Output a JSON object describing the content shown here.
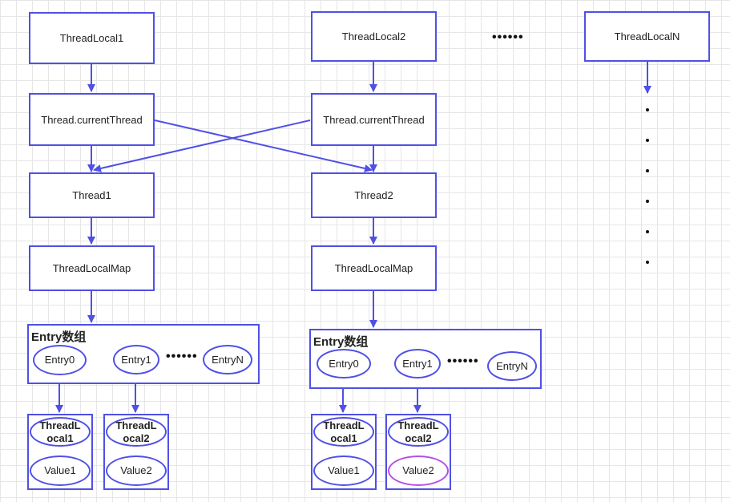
{
  "columns": [
    {
      "threadlocal": "ThreadLocal1",
      "current": "Thread.currentThread",
      "thread": "Thread1",
      "map": "ThreadLocalMap",
      "entry_title": "Entry数组",
      "entries": [
        "Entry0",
        "Entry1",
        "EntryN"
      ],
      "entry_dots": "••••••",
      "values": [
        {
          "key": "ThreadL\nocal1",
          "value": "Value1"
        },
        {
          "key": "ThreadL\nocal2",
          "value": "Value2"
        }
      ]
    },
    {
      "threadlocal": "ThreadLocal2",
      "current": "Thread.currentThread",
      "thread": "Thread2",
      "map": "ThreadLocalMap",
      "entry_title": "Entry数组",
      "entries": [
        "Entry0",
        "Entry1",
        "EntryN"
      ],
      "entry_dots": "••••••",
      "values": [
        {
          "key": "ThreadL\nocal1",
          "value": "Value1"
        },
        {
          "key": "ThreadL\nocal2",
          "value": "Value2"
        }
      ]
    }
  ],
  "threadlocal_n": "ThreadLocalN",
  "top_dots": "••••••",
  "colors": {
    "stroke": "#5050e6",
    "highlight": "#b44ee6",
    "grid": "#e6e6e6"
  }
}
